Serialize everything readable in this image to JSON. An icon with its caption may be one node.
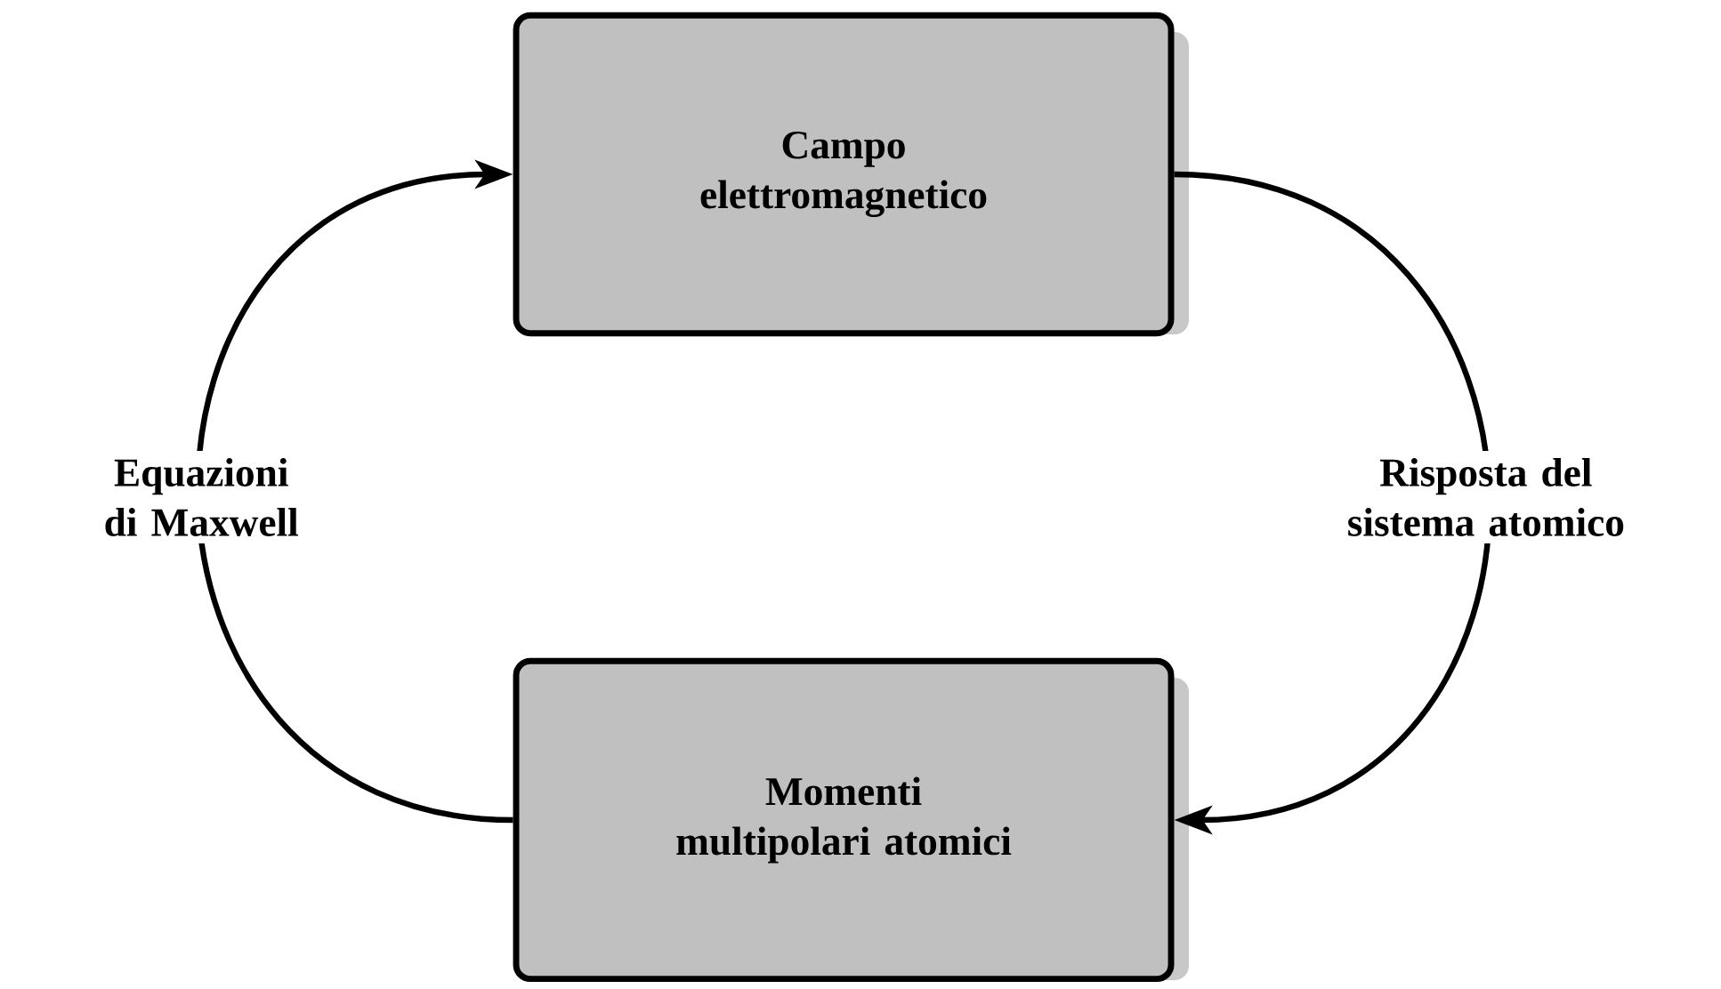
{
  "diagram": {
    "nodes": [
      {
        "text": [
          "Campo elettromagnetico"
        ]
      },
      {
        "text": [
          "Momenti multipolari atomici"
        ]
      }
    ],
    "edges": [
      {
        "from": 1,
        "to": 0,
        "arrow": "to",
        "label": "Equazioni di Maxwell"
      },
      {
        "from": 0,
        "to": 1,
        "arrow": "to",
        "label": "Risposta del sistema atomico"
      }
    ]
  }
}
